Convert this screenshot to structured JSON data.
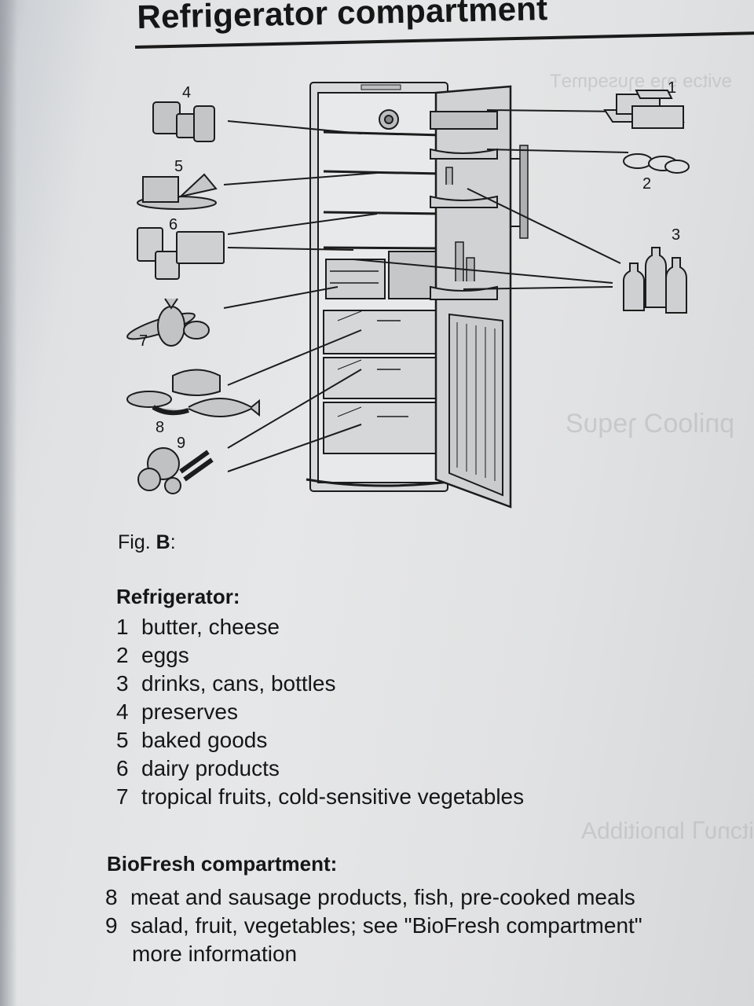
{
  "page": {
    "title": "Refrigerator compartment",
    "figure_caption_prefix": "Fig. ",
    "figure_caption_letter": "B",
    "figure_caption_suffix": ":"
  },
  "figure": {
    "callouts": [
      "1",
      "2",
      "3",
      "4",
      "5",
      "6",
      "7",
      "8",
      "9"
    ]
  },
  "refrigerator": {
    "heading": "Refrigerator:",
    "items": [
      {
        "num": "1",
        "text": "butter, cheese"
      },
      {
        "num": "2",
        "text": "eggs"
      },
      {
        "num": "3",
        "text": "drinks, cans, bottles"
      },
      {
        "num": "4",
        "text": "preserves"
      },
      {
        "num": "5",
        "text": "baked goods"
      },
      {
        "num": "6",
        "text": "dairy products"
      },
      {
        "num": "7",
        "text": "tropical fruits, cold-sensitive vegetables"
      }
    ]
  },
  "biofresh": {
    "heading": "BioFresh compartment:",
    "items": [
      {
        "num": "8",
        "text": "meat and sausage products, fish, pre-cooked meals"
      },
      {
        "num": "9",
        "text": "salad, fruit, vegetables; see \"BioFresh compartment\"",
        "continuation": "more information"
      }
    ]
  },
  "colors": {
    "ink": "#161616",
    "paper": "#e4e5e6"
  }
}
